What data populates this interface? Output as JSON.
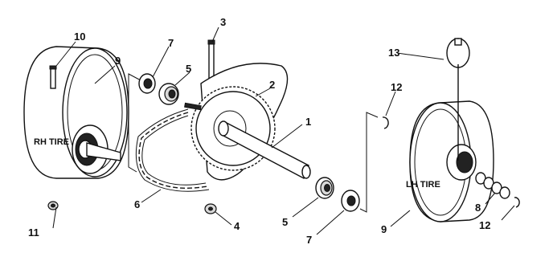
{
  "diagram": {
    "tire_labels": {
      "rh": "RH TIRE",
      "lh": "LH TIRE"
    },
    "callouts": {
      "c1": "1",
      "c2": "2",
      "c3": "3",
      "c4": "4",
      "c5_top": "5",
      "c5_bottom": "5",
      "c6": "6",
      "c7_top": "7",
      "c7_bottom": "7",
      "c8": "8",
      "c9_left": "9",
      "c9_right": "9",
      "c10": "10",
      "c11": "11",
      "c12_top": "12",
      "c12_bottom": "12",
      "c13": "13"
    }
  }
}
